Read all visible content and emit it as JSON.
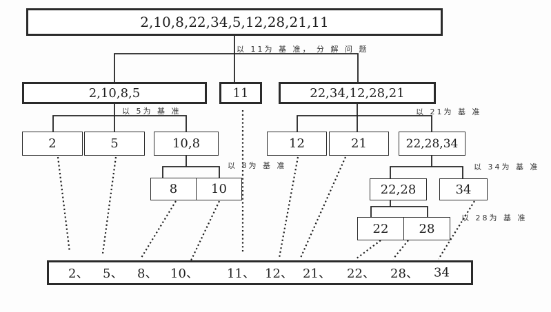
{
  "root": {
    "label": "2,10,8,22,34,5,12,28,21,11"
  },
  "level1": {
    "left": "2,10,8,5",
    "pivot": "11",
    "right": "22,34,12,28,21"
  },
  "level2_left": {
    "a": "2",
    "b": "5",
    "c": "10,8"
  },
  "level2_right": {
    "a": "12",
    "b": "21",
    "c": "22,28,34"
  },
  "level3": {
    "eight": "8",
    "ten": "10",
    "left": "22,28",
    "right": "34"
  },
  "level4": {
    "left": "22",
    "right": "28"
  },
  "notes": {
    "n11": "以 11为 基 准， 分 解 问 题",
    "n5": "以 5为 基 准",
    "n21": "以 21为 基 准",
    "n8": "以 8为 基 准",
    "n34": "以 34为 基 准",
    "n28": "以 28为 基 准"
  },
  "result": [
    "2、",
    "5、",
    "8、",
    "10、",
    "11、",
    "12、",
    "21、",
    "22、",
    "28、",
    "34"
  ]
}
